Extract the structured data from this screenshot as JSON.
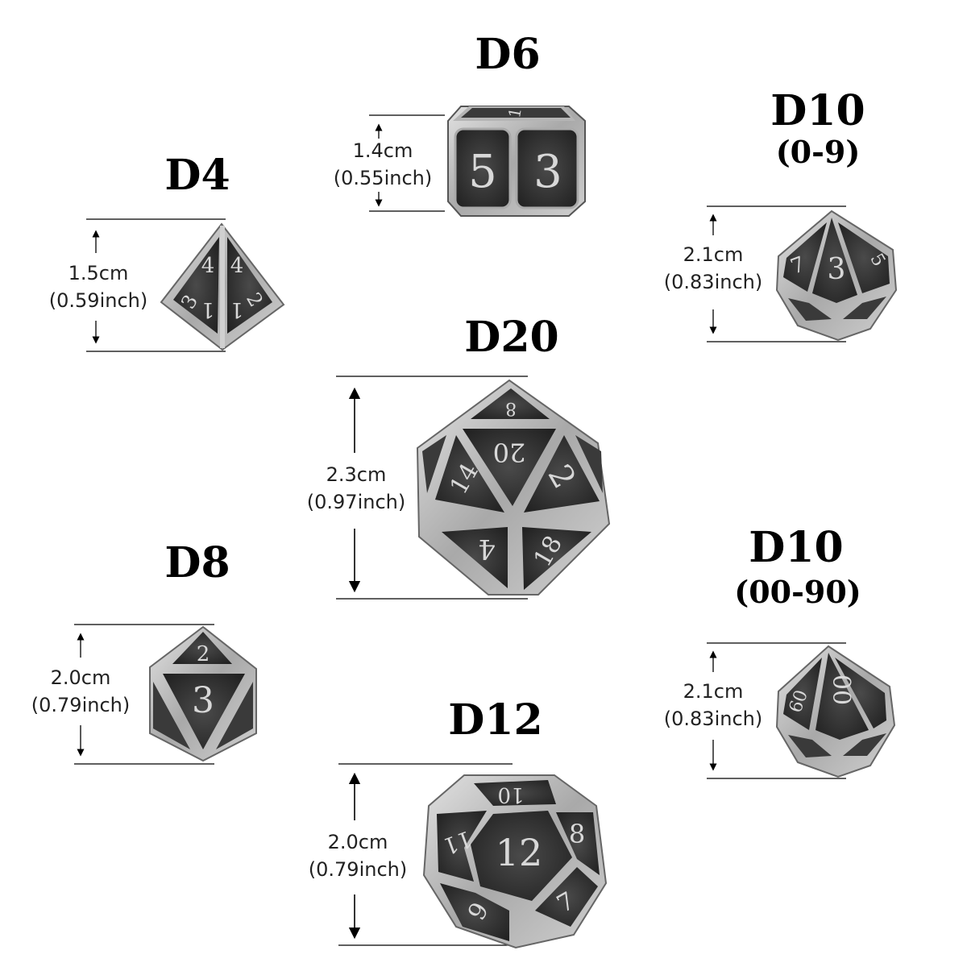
{
  "dice": {
    "d6": {
      "title": "D6",
      "cm": "1.4cm",
      "inch": "(0.55inch)"
    },
    "d4": {
      "title": "D4",
      "cm": "1.5cm",
      "inch": "(0.59inch)"
    },
    "d10a": {
      "title": "D10",
      "range": "(0-9)",
      "cm": "2.1cm",
      "inch": "(0.83inch)"
    },
    "d20": {
      "title": "D20",
      "cm": "2.3cm",
      "inch": "(0.97inch)"
    },
    "d8": {
      "title": "D8",
      "cm": "2.0cm",
      "inch": "(0.79inch)"
    },
    "d10b": {
      "title": "D10",
      "range": "(00-90)",
      "cm": "2.1cm",
      "inch": "(0.83inch)"
    },
    "d12": {
      "title": "D12",
      "cm": "2.0cm",
      "inch": "(0.79inch)"
    }
  },
  "faces": {
    "d6": [
      "1",
      "5",
      "3"
    ],
    "d4": [
      "4",
      "3",
      "1",
      "4",
      "2",
      "1"
    ],
    "d10a": [
      "7",
      "3",
      "5"
    ],
    "d20": [
      "8",
      "20",
      "14",
      "2",
      "4",
      "18"
    ],
    "d8": [
      "2",
      "3"
    ],
    "d10b": [
      "60",
      "00"
    ],
    "d12": [
      "10",
      "11",
      "12",
      "8",
      "7",
      "6"
    ]
  },
  "colors": {
    "metal_light": "#c9c9c9",
    "metal_dark": "#2e2e2e",
    "numeral": "#d8d8d8",
    "line": "#000000"
  }
}
